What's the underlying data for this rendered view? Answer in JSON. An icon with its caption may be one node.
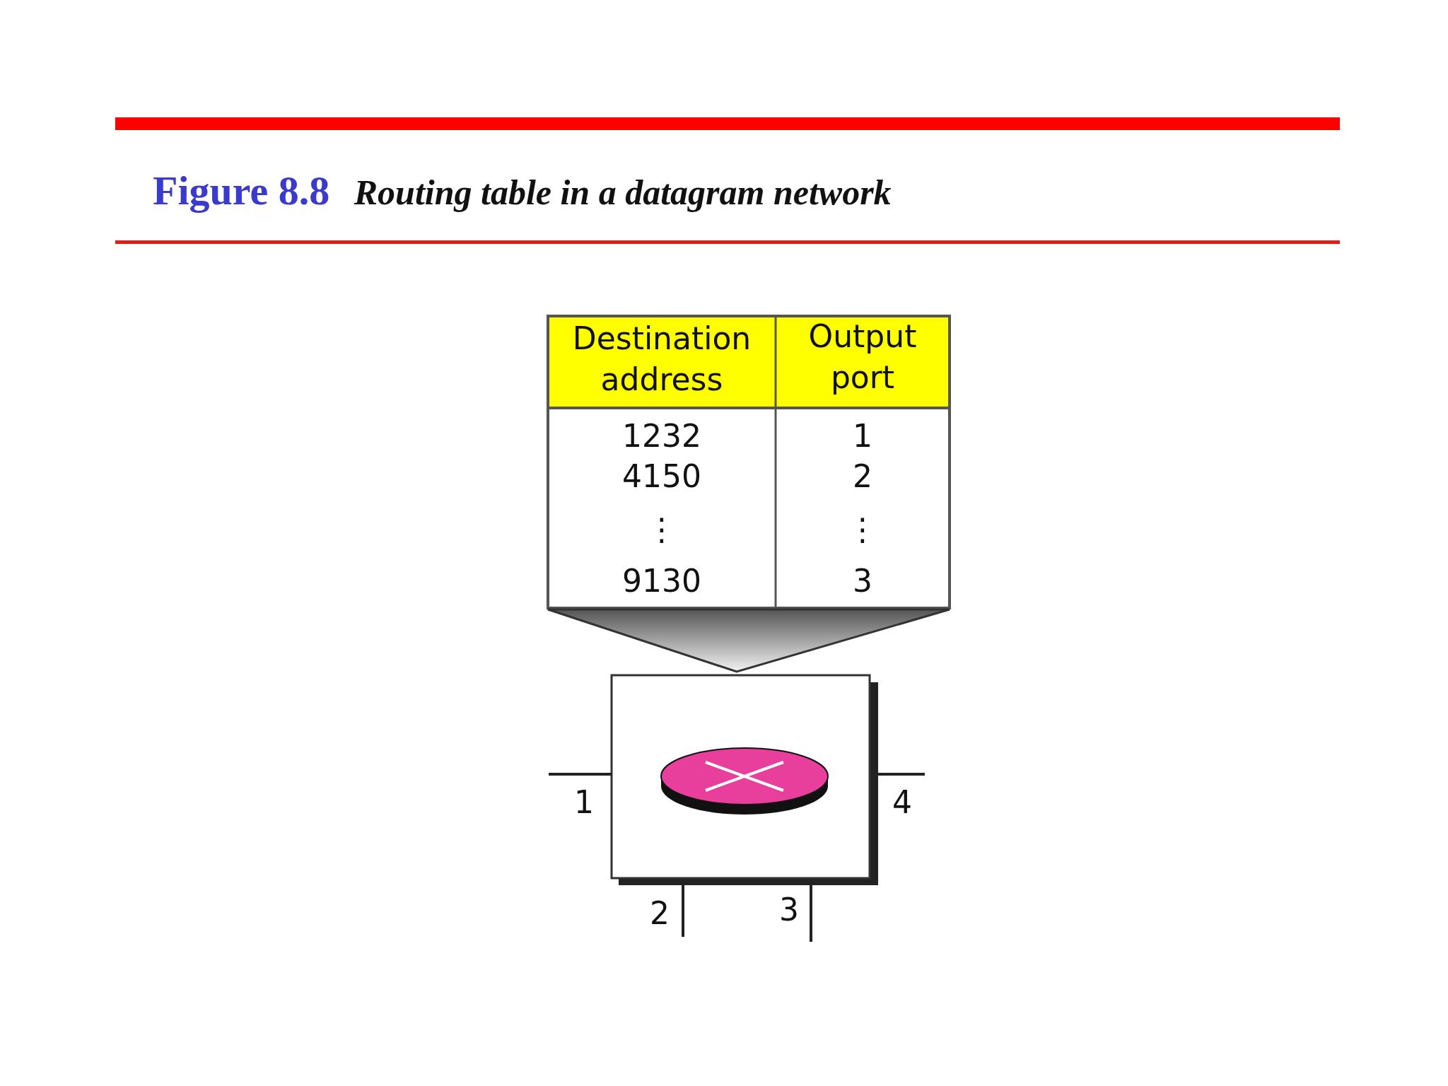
{
  "diagram": {
    "title": "**Figure 8.8** *Routing table in a datagram network*",
    "labels": [
      "Destination address",
      "Output port",
      "1232",
      "1",
      "4150",
      "2",
      "⋮",
      "⋮",
      "9130",
      "3",
      "1",
      "4",
      "2",
      "3"
    ]
  }
}
